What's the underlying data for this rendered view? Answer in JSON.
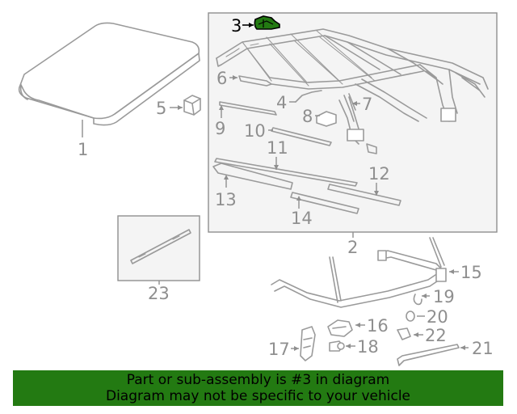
{
  "diagram": {
    "callouts": {
      "c1": "1",
      "c2": "2",
      "c3": "3",
      "c4": "4",
      "c5": "5",
      "c6": "6",
      "c7": "7",
      "c8": "8",
      "c9": "9",
      "c10": "10",
      "c11": "11",
      "c12": "12",
      "c13": "13",
      "c14": "14",
      "c15": "15",
      "c16": "16",
      "c17": "17",
      "c18": "18",
      "c19": "19",
      "c20": "20",
      "c21": "21",
      "c22": "22",
      "c23": "23"
    },
    "highlighted_part": "3",
    "colors": {
      "highlight": "#237a12",
      "line": "#9a9a9a",
      "panel": "#f4f4f4"
    }
  },
  "footer": {
    "line1": "Part or sub-assembly is #3 in diagram",
    "line2": "Diagram may not be specific to your vehicle",
    "background": "#237a12"
  }
}
